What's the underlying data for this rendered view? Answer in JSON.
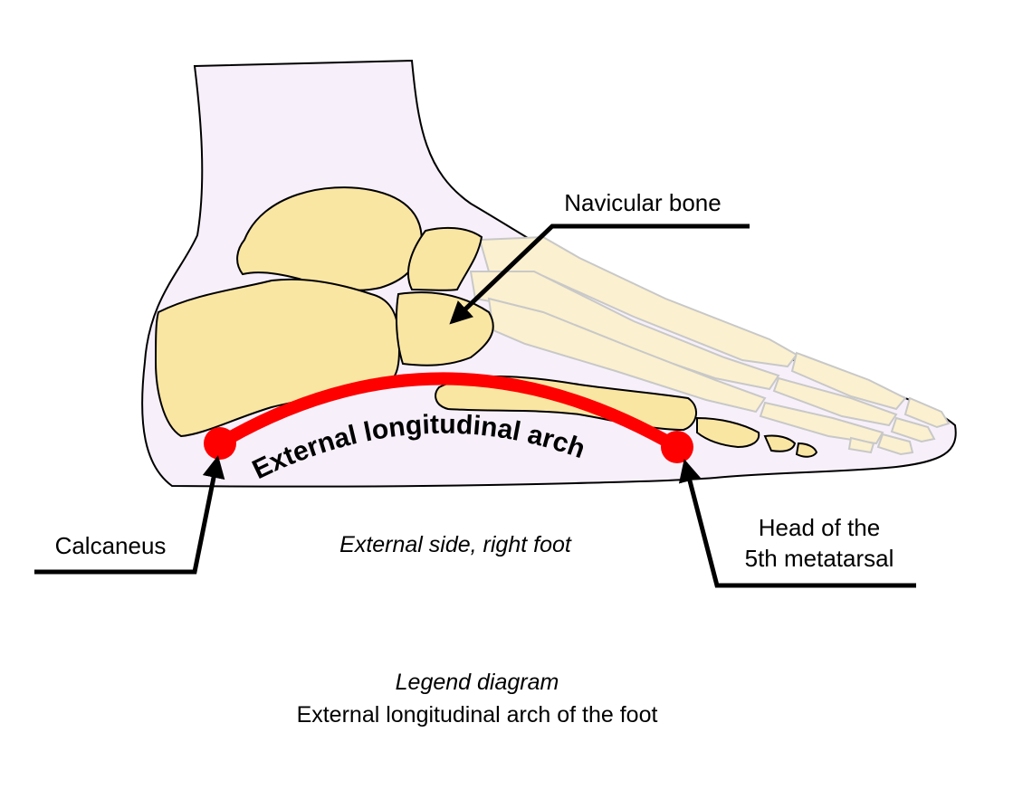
{
  "labels": {
    "navicular": "Navicular bone",
    "calcaneus": "Calcaneus",
    "head_line1": "Head of the",
    "head_line2": "5th metatarsal",
    "arch": "External longitudinal arch",
    "side": "External side, right foot"
  },
  "caption": {
    "title": "Legend diagram",
    "subtitle": "External longitudinal arch of the foot"
  },
  "colors": {
    "skin": "#f7f0fa",
    "bone": "#fae6a3",
    "bone_faded": "#fbf0cf",
    "arch": "#ff0000",
    "line": "#000000"
  }
}
